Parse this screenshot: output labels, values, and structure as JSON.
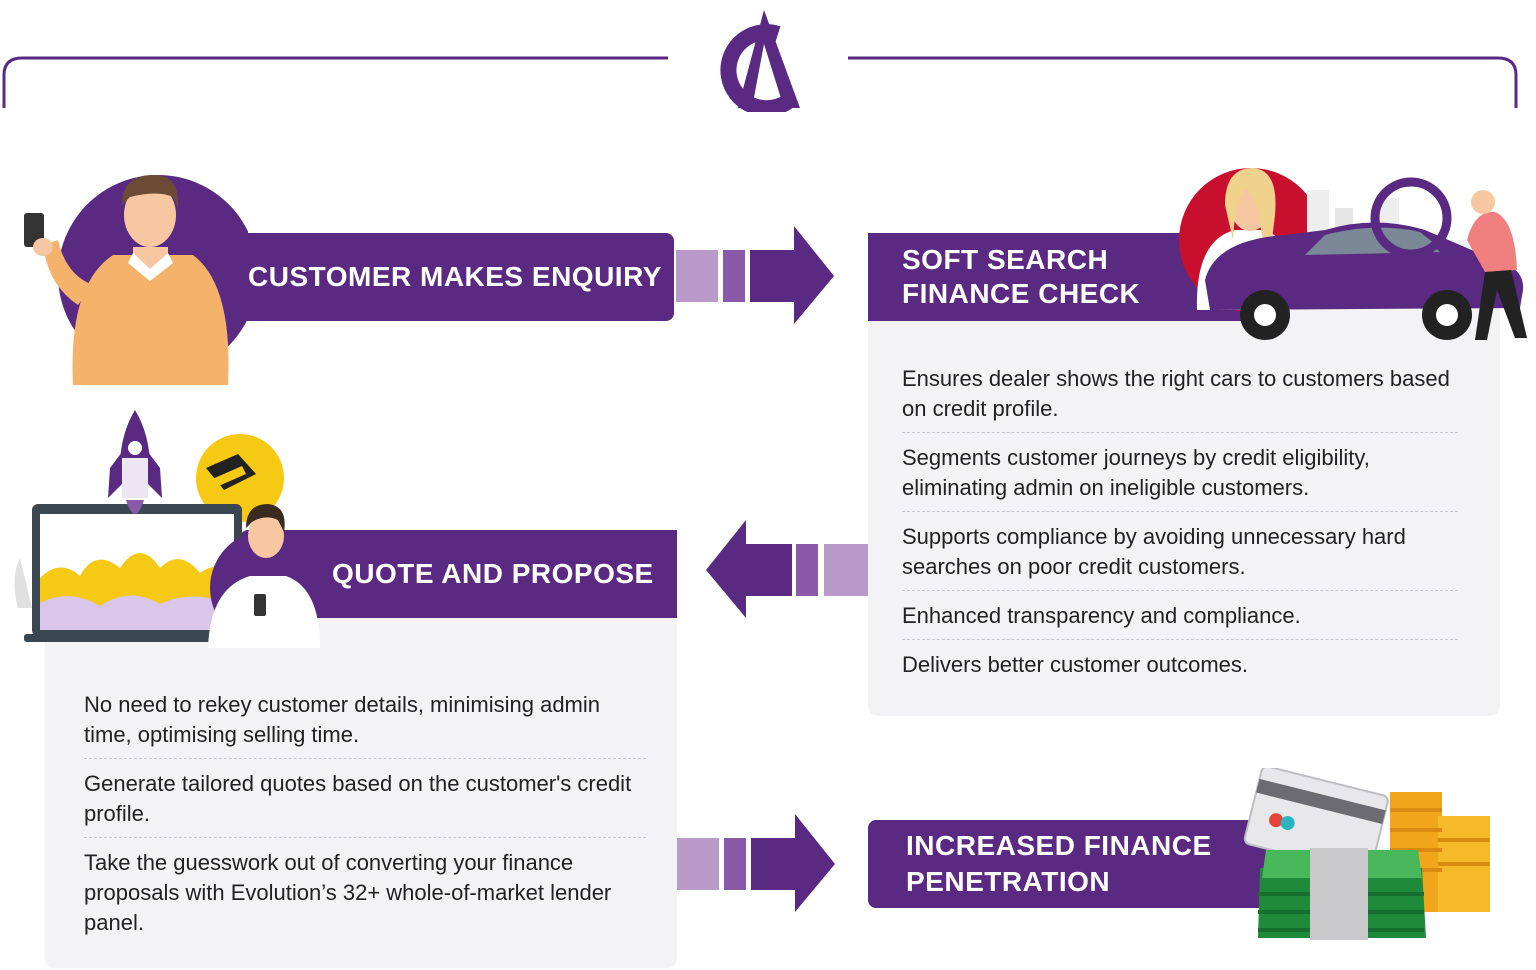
{
  "colors": {
    "brand_purple": "#5a2a82",
    "light_purple": "#b99ac9",
    "mid_purple": "#8a5aa8",
    "panel_grey": "#f3f2f5"
  },
  "steps": {
    "enquiry": {
      "title": "CUSTOMER MAKES ENQUIRY"
    },
    "soft_search": {
      "title_line1": "SOFT SEARCH",
      "title_line2": "FINANCE CHECK",
      "items": [
        "Ensures dealer shows the right cars to customers based on credit profile.",
        "Segments customer journeys by credit eligibility, eliminating admin on ineligible customers.",
        "Supports compliance by avoiding unnecessary hard searches on poor credit customers.",
        "Enhanced transparency and compliance.",
        "Delivers better customer outcomes."
      ]
    },
    "quote": {
      "title": "QUOTE AND PROPOSE",
      "items": [
        "No need to rekey customer details, minimising admin time, optimising selling time.",
        "Generate tailored quotes based on the customer's credit profile.",
        "Take the guesswork out of converting your finance proposals with Evolution’s 32+ whole-of-market lender panel."
      ]
    },
    "penetration": {
      "title_line1": "INCREASED FINANCE",
      "title_line2": "PENETRATION"
    }
  },
  "icons": {
    "logo": "ca-logo-icon",
    "person": "man-with-phone-icon",
    "car": "car-search-icon",
    "rocket": "rocket-laptop-icon",
    "money": "cash-cards-icon",
    "arrow_right": "arrow-right-icon",
    "arrow_left": "arrow-left-icon"
  }
}
